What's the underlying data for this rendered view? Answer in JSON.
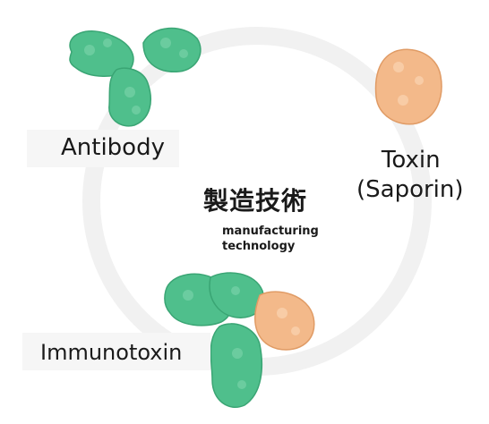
{
  "labels": {
    "antibody": "Antibody",
    "toxin_line1": "Toxin",
    "toxin_line2": "(Saporin)",
    "immunotoxin": "Immunotoxin"
  },
  "center": {
    "title_jp": "製造技術",
    "subtitle_line1": "manufacturing",
    "subtitle_line2": "technology"
  },
  "colors": {
    "antibody_green": "#4fbf8c",
    "toxin_peach": "#f3b98a",
    "ring_gray": "#f1f1f1"
  }
}
